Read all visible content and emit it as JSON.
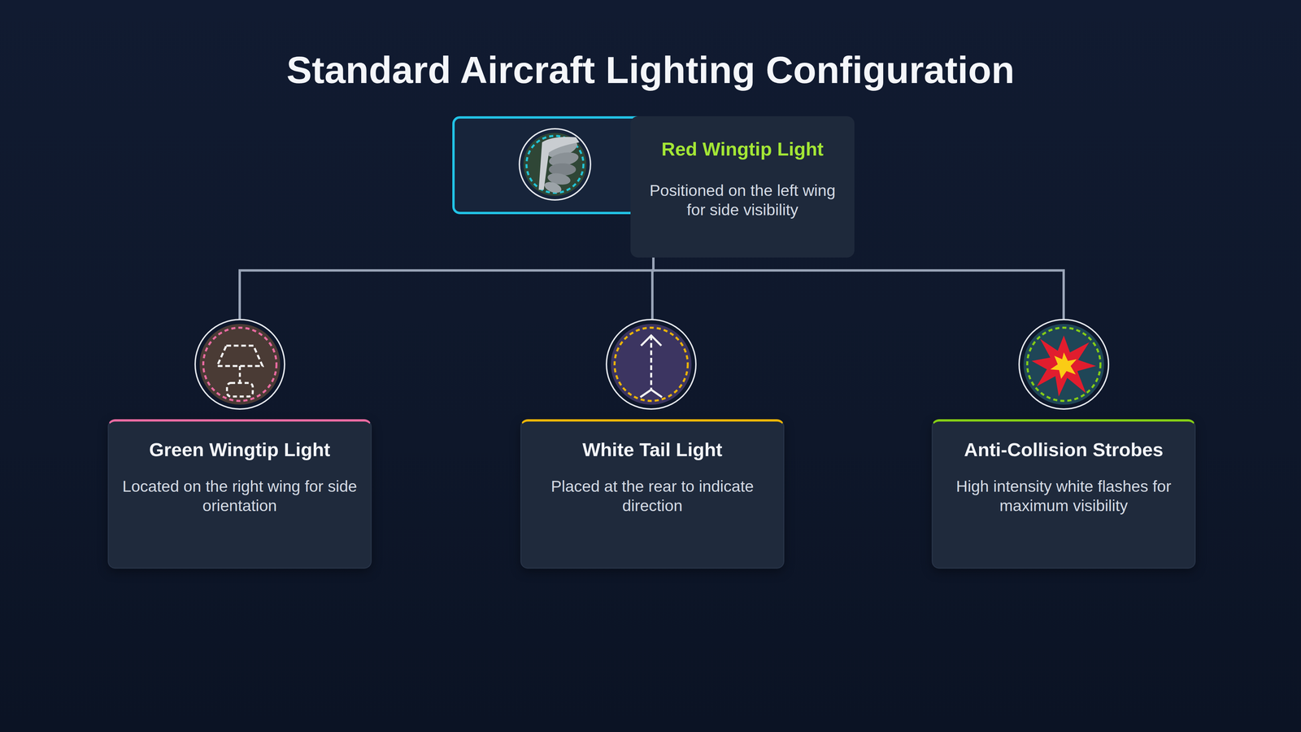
{
  "diagram": {
    "title": "Standard Aircraft Lighting Configuration",
    "nodes": [
      {
        "text": [
          "Red Wingtip Light",
          "Positioned on the left wing for side visibility"
        ]
      },
      {
        "text": [
          "Green Wingtip Light",
          "Located on the right wing for side orientation"
        ]
      },
      {
        "text": [
          "White Tail Light",
          "Placed at the rear to indicate direction"
        ]
      },
      {
        "text": [
          "Anti-Collision Strobes",
          "High intensity white flashes for maximum visibility"
        ]
      }
    ],
    "edges": [
      {
        "from": 0,
        "to": 1,
        "arrow": "none"
      },
      {
        "from": 0,
        "to": 2,
        "arrow": "none"
      },
      {
        "from": 0,
        "to": 3,
        "arrow": "none"
      }
    ]
  }
}
